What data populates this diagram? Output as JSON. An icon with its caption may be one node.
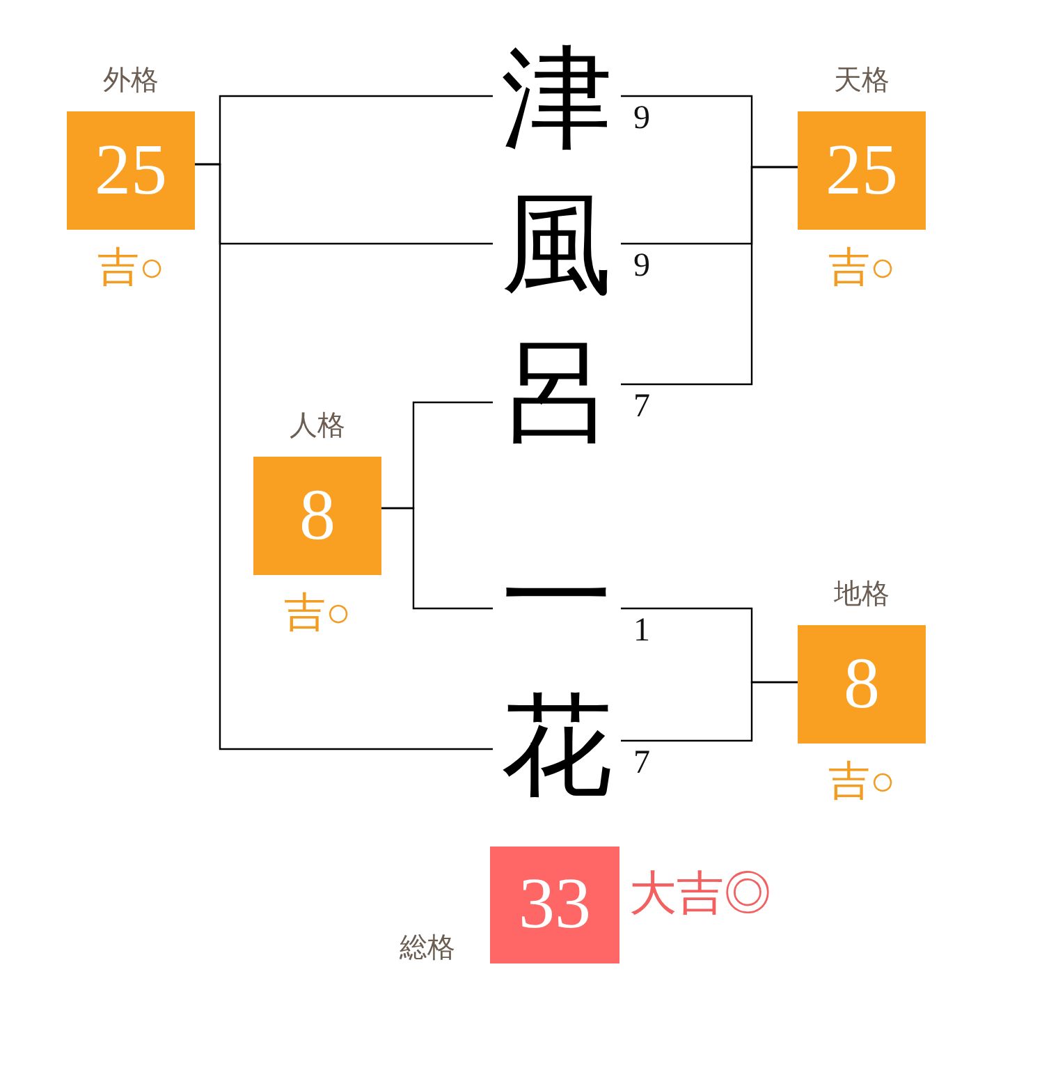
{
  "diagram": {
    "nodes": [
      {
        "text": [
          "外格",
          "25"
        ],
        "beside": [
          "吉○"
        ]
      },
      {
        "text": [
          "津"
        ],
        "beside": [
          "9"
        ]
      },
      {
        "text": [
          "天格",
          "25"
        ],
        "beside": [
          "吉○"
        ]
      },
      {
        "text": [
          "風"
        ],
        "beside": [
          "9"
        ]
      },
      {
        "text": [
          "呂"
        ],
        "beside": [
          "7"
        ]
      },
      {
        "text": [
          "人格",
          "8"
        ],
        "beside": [
          "吉○"
        ]
      },
      {
        "text": [
          "一"
        ],
        "beside": [
          "1"
        ]
      },
      {
        "text": [
          "地格",
          "8"
        ],
        "beside": [
          "吉○"
        ]
      },
      {
        "text": [
          "花"
        ],
        "beside": [
          "7"
        ]
      },
      {
        "text": [
          "総格",
          "33"
        ],
        "beside": [
          "大吉◎"
        ]
      }
    ],
    "edges": [
      {
        "from": 1,
        "to": 0,
        "arrow": "none"
      },
      {
        "from": 3,
        "to": 0,
        "arrow": "none"
      },
      {
        "from": 8,
        "to": 0,
        "arrow": "none"
      },
      {
        "from": 1,
        "to": 2,
        "arrow": "none"
      },
      {
        "from": 3,
        "to": 2,
        "arrow": "none"
      },
      {
        "from": 4,
        "to": 2,
        "arrow": "none"
      },
      {
        "from": 4,
        "to": 5,
        "arrow": "none"
      },
      {
        "from": 6,
        "to": 5,
        "arrow": "none"
      },
      {
        "from": 6,
        "to": 7,
        "arrow": "none"
      },
      {
        "from": 8,
        "to": 7,
        "arrow": "none"
      }
    ]
  }
}
